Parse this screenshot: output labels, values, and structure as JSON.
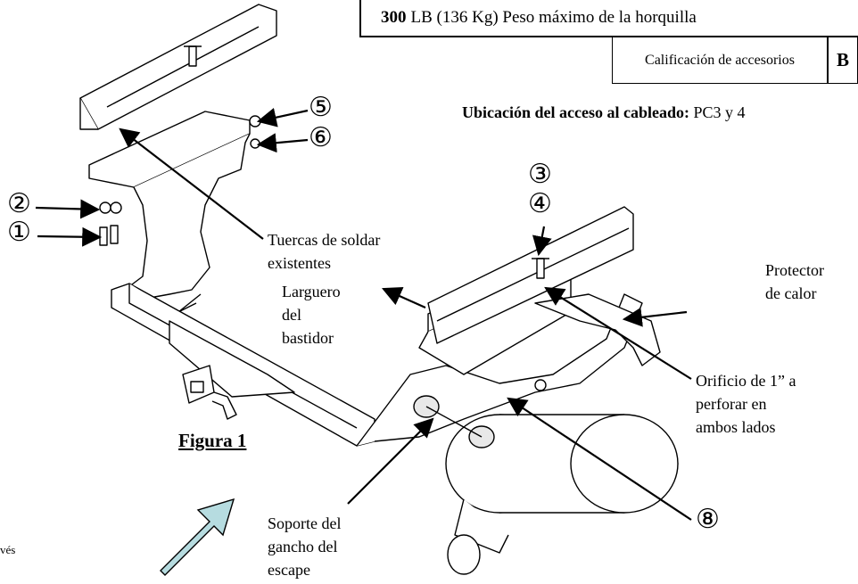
{
  "header": {
    "capacity_value": "300",
    "capacity_text": "LB (136 Kg) Peso máximo de la horquilla",
    "rating_label": "Calificación de accesorios",
    "rating_value": "B"
  },
  "wiring": {
    "label": "Ubicación del acceso al cableado:",
    "value": "PC3 y 4"
  },
  "figure_label": "Figura 1",
  "callouts": {
    "weld_nuts": [
      "Tuercas de soldar",
      "existentes"
    ],
    "frame_rail": [
      "Larguero",
      "del",
      "bastidor"
    ],
    "heat_shield": [
      "Protector",
      "de calor"
    ],
    "drill_hole": [
      "Orificio de 1” a",
      "perforar en",
      "ambos lados"
    ],
    "exhaust_bracket": [
      "Soporte del",
      "gancho del",
      "escape"
    ],
    "cut_text": "vés"
  },
  "numbers": [
    "①",
    "②",
    "③",
    "④",
    "⑤",
    "⑥",
    "⑧"
  ]
}
